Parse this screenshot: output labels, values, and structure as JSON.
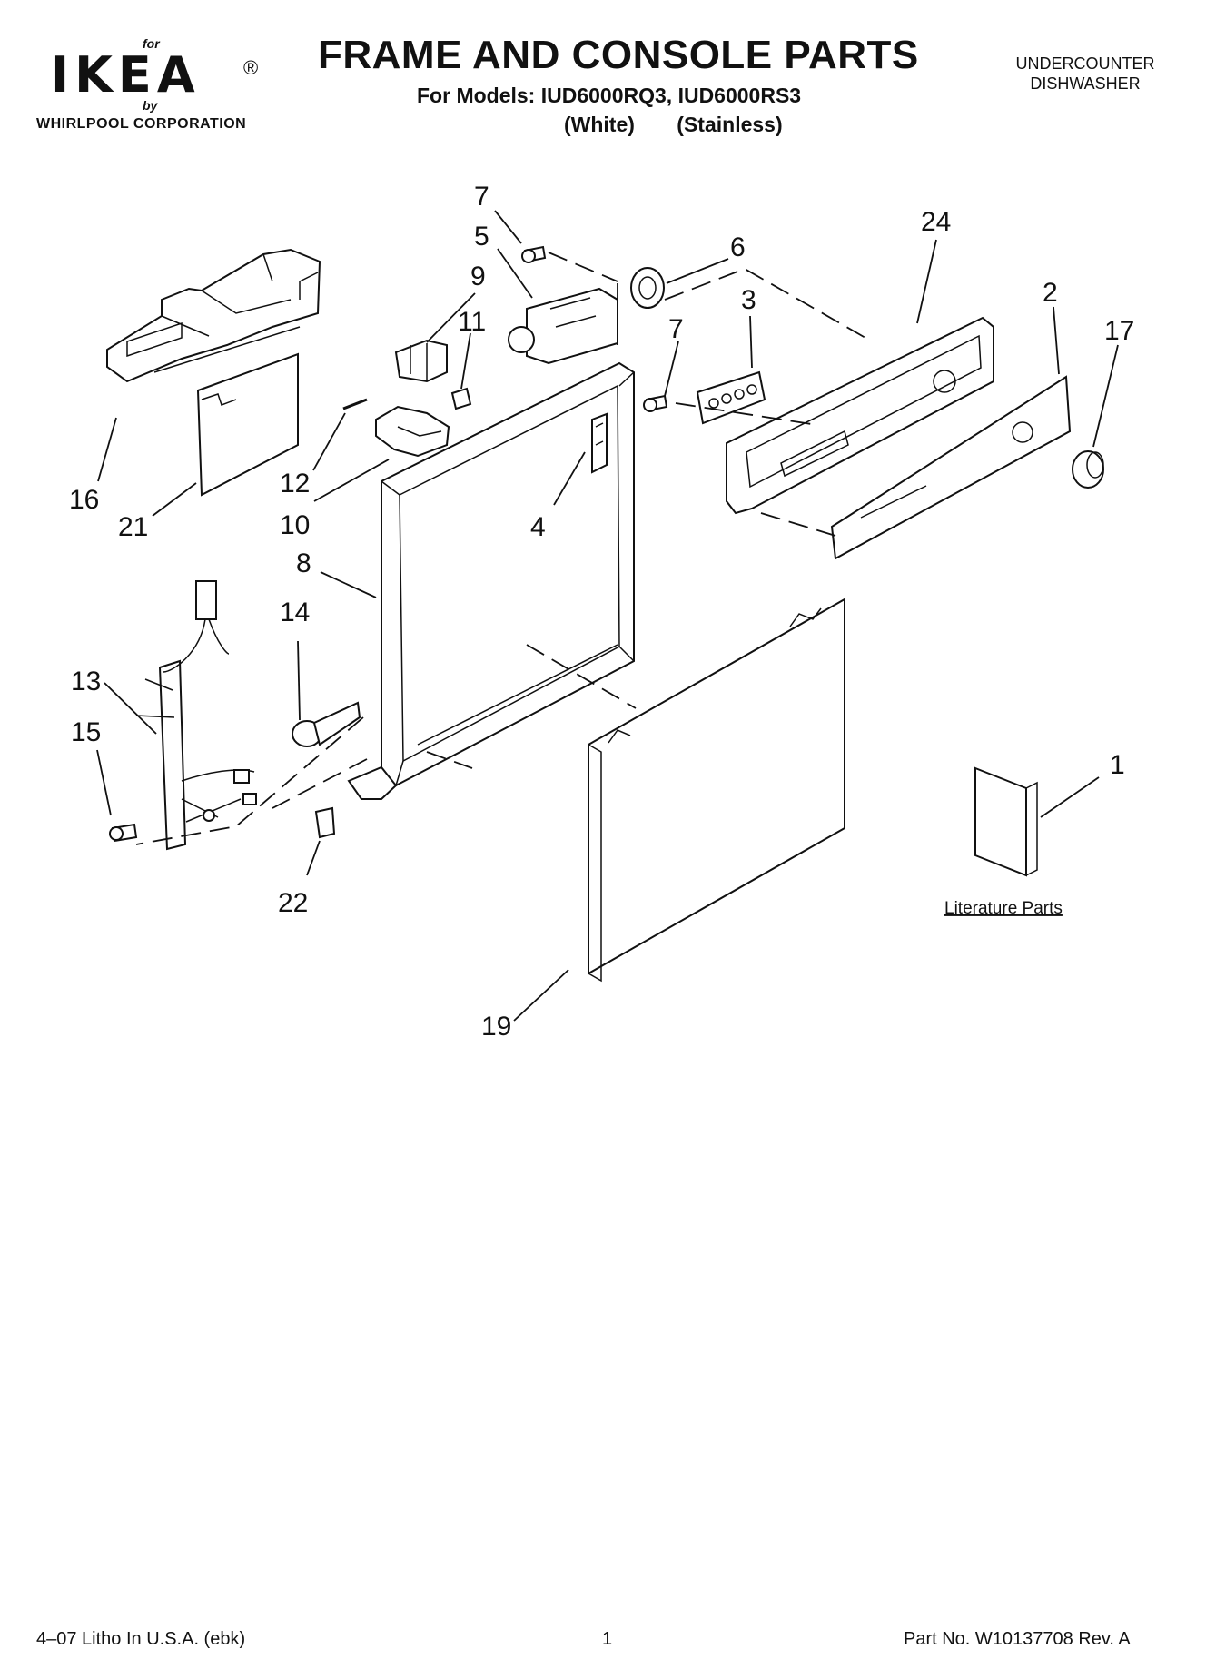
{
  "header": {
    "brand_for": "for",
    "brand": "IKEA",
    "brand_reg": "®",
    "brand_by": "by",
    "corporation": "WHIRLPOOL CORPORATION",
    "title": "FRAME AND CONSOLE PARTS",
    "models": "For Models: IUD6000RQ3, IUD6000RS3",
    "variants": "(White) (Stainless)",
    "category_line1": "UNDERCOUNTER",
    "category_line2": "DISHWASHER"
  },
  "callouts": {
    "c1": "1",
    "c2": "2",
    "c3": "3",
    "c4": "4",
    "c5": "5",
    "c6": "6",
    "c7a": "7",
    "c7b": "7",
    "c8": "8",
    "c9": "9",
    "c10": "10",
    "c11": "11",
    "c12": "12",
    "c13": "13",
    "c14": "14",
    "c15": "15",
    "c16": "16",
    "c17": "17",
    "c19": "19",
    "c21": "21",
    "c22": "22",
    "c24": "24"
  },
  "literature_label": "Literature Parts",
  "footer": {
    "litho": "4–07 Litho In U.S.A. (ebk)",
    "page": "1",
    "part_no": "Part No. W10137708 Rev. A"
  }
}
